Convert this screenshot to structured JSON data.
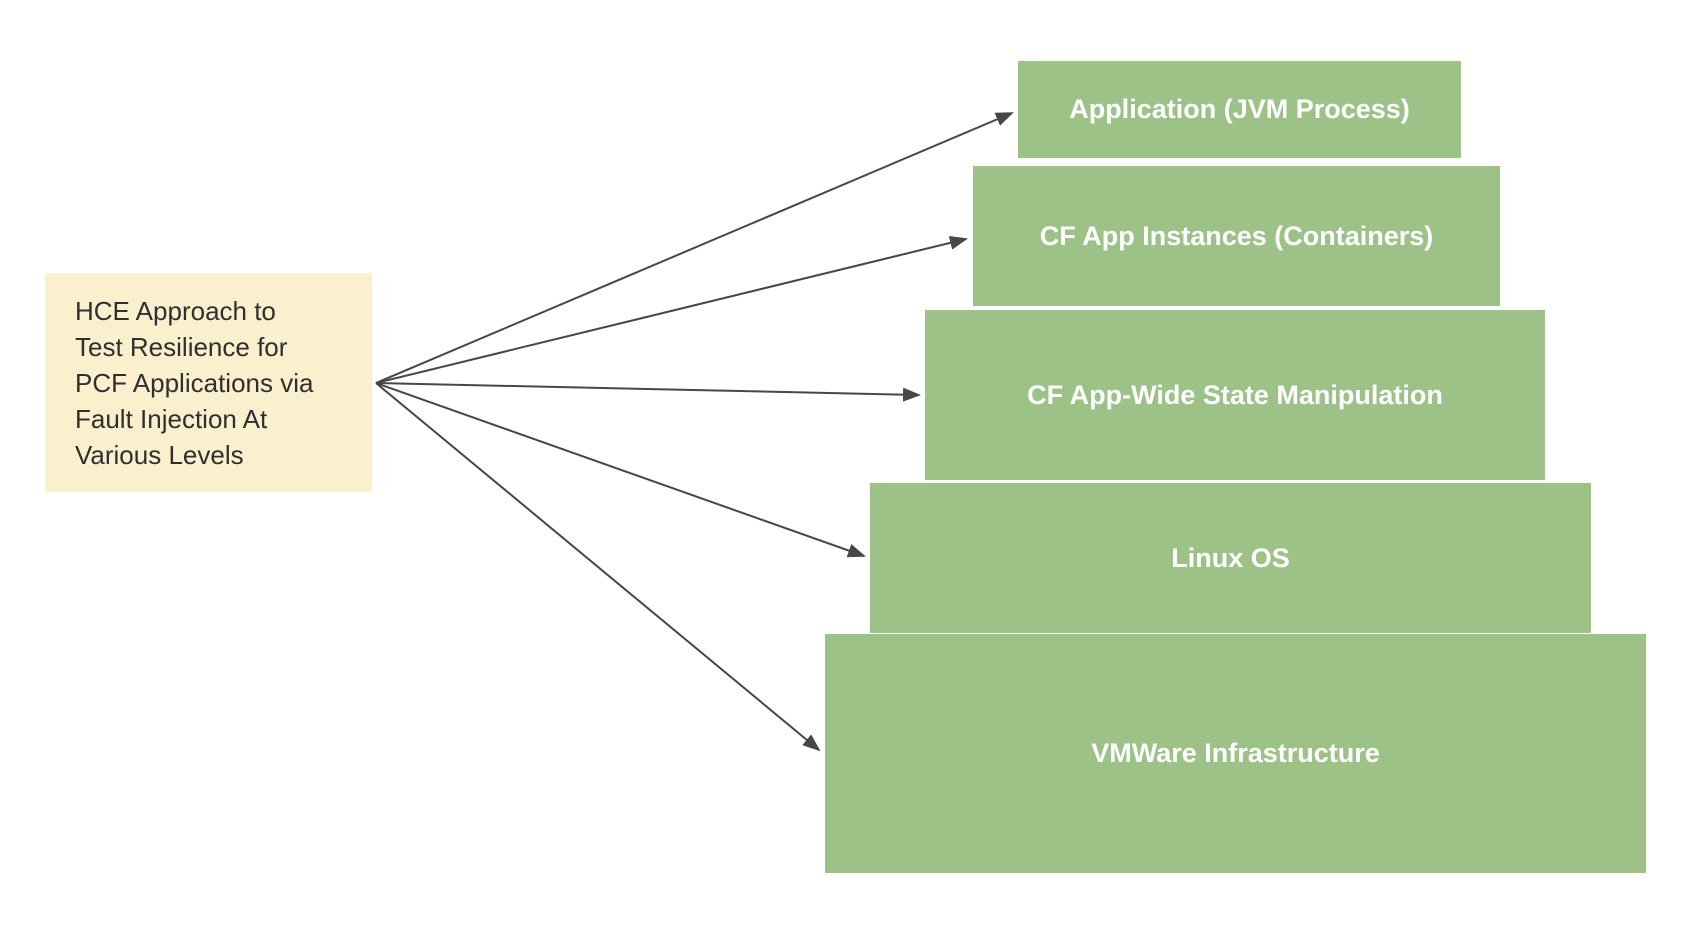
{
  "colors": {
    "bg": "#ffffff",
    "note-bg": "#faf0cd",
    "note-text": "#2f2f2f",
    "level-bg": "#9dc287",
    "level-text": "#ffffff",
    "arrow": "#474747"
  },
  "note": {
    "text": "HCE Approach to Test Resilience for PCF Applications via Fault Injection At Various Levels",
    "lines": [
      "HCE Approach to",
      "Test Resilience for",
      "PCF Applications via",
      "Fault Injection At",
      "Various Levels"
    ]
  },
  "levels": [
    {
      "label": "Application (JVM Process)"
    },
    {
      "label": "CF App Instances (Containers)"
    },
    {
      "label": "CF App-Wide State Manipulation"
    },
    {
      "label": "Linux OS"
    },
    {
      "label": "VMWare Infrastructure"
    }
  ]
}
